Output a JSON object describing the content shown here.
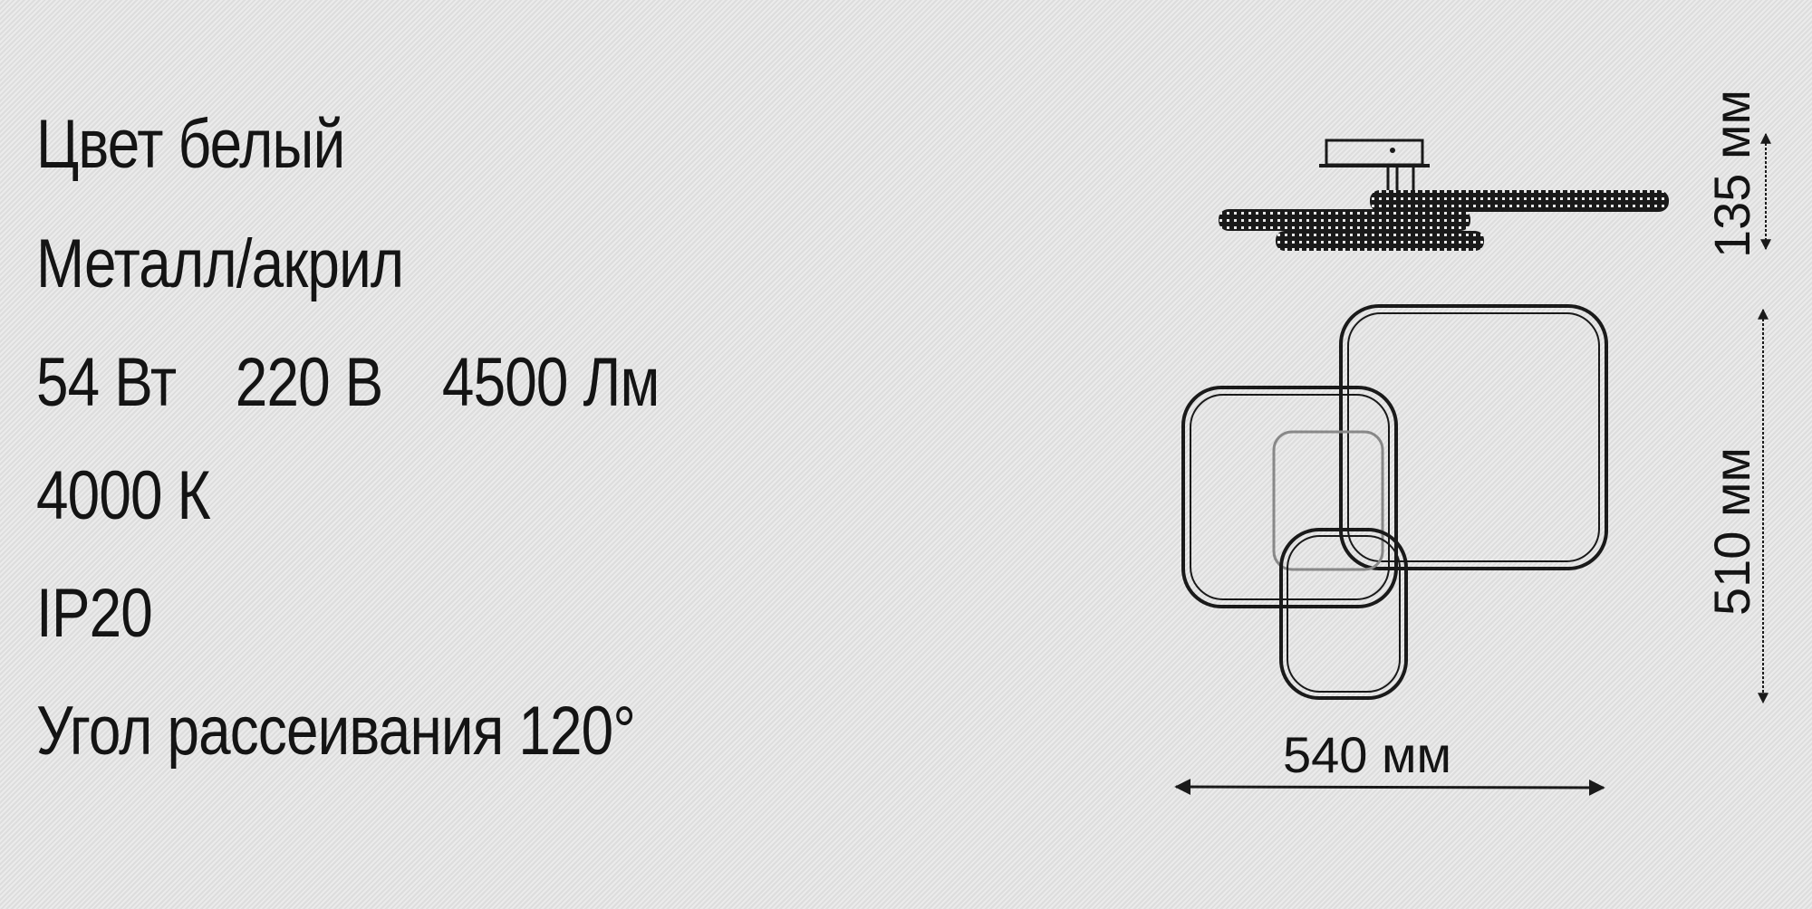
{
  "specs": {
    "color": "Цвет белый",
    "material": "Металл/акрил",
    "power": "54 Вт",
    "voltage": "220 В",
    "luminous_flux": "4500 Лм",
    "color_temperature": "4000 К",
    "protection": "IP20",
    "beam_angle": "Угол рассеивания 120°"
  },
  "dimensions": {
    "height": "135 мм",
    "length": "510 мм",
    "width": "540 мм"
  },
  "colors": {
    "background": "#e4e4e4",
    "ink": "#141414"
  }
}
